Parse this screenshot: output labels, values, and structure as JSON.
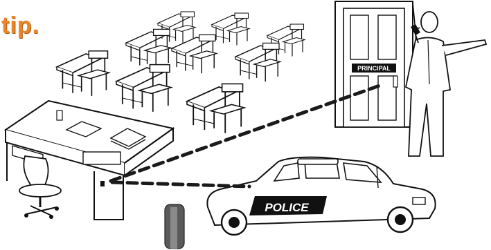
{
  "heading": {
    "text": "tip."
  },
  "door_sign": {
    "text": "PRINCIPAL"
  },
  "car_decal": {
    "text": "POLICE"
  },
  "colors": {
    "heading": "#e8872a",
    "line": "#111111",
    "dash": "#1a1a1a",
    "fill": "#ffffff"
  },
  "icons": [
    "classroom-desks",
    "teacher-desk",
    "office-chair",
    "principal-door",
    "principal-figure",
    "police-car",
    "microphone",
    "connection-line"
  ]
}
